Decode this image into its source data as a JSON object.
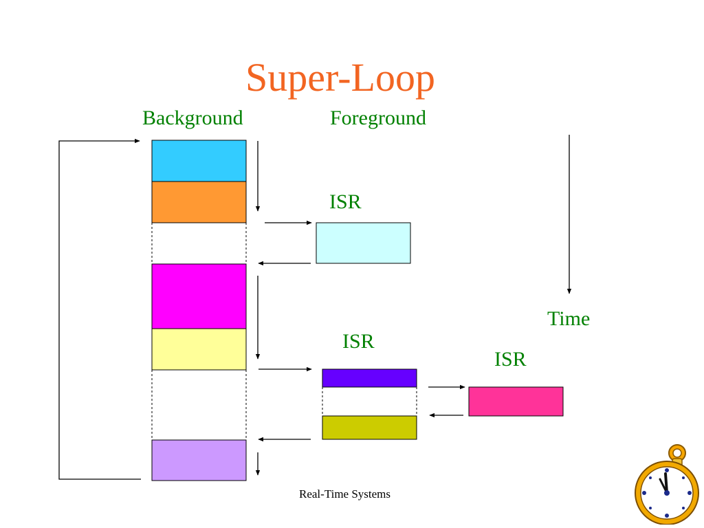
{
  "title": "Super-Loop",
  "labels": {
    "background": "Background",
    "foreground": "Foreground",
    "time": "Time",
    "isr_1": "ISR",
    "isr_2": "ISR",
    "isr_3": "ISR"
  },
  "footer": "Real-Time Systems",
  "colors": {
    "title": "#F26522",
    "label": "#008000",
    "task_cyan": "#33CCFF",
    "task_orange": "#FF9933",
    "task_magenta": "#FF00FF",
    "task_light_yellow": "#FFFF99",
    "task_lavender": "#CC99FF",
    "isr1_light_cyan": "#CCFFFF",
    "isr2_violet": "#6600FF",
    "isr2_olive": "#CCCC00",
    "isr3_pink": "#FF3399"
  },
  "decoration": {
    "clock": "pocket-watch-clipart"
  }
}
